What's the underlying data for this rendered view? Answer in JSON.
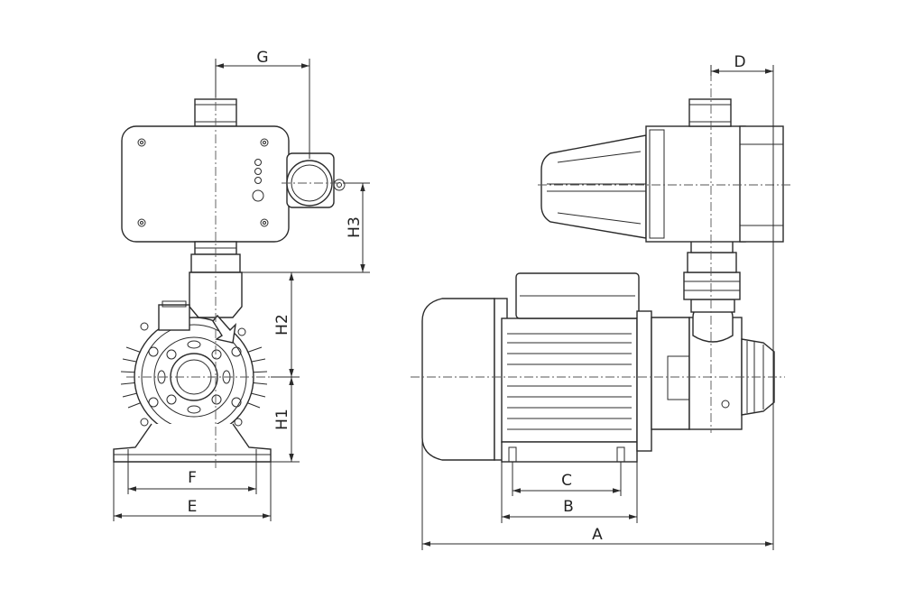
{
  "dimensions": {
    "A": "A",
    "B": "B",
    "C": "C",
    "D": "D",
    "E": "E",
    "F": "F",
    "G": "G",
    "H1": "H1",
    "H2": "H2",
    "H3": "H3"
  }
}
